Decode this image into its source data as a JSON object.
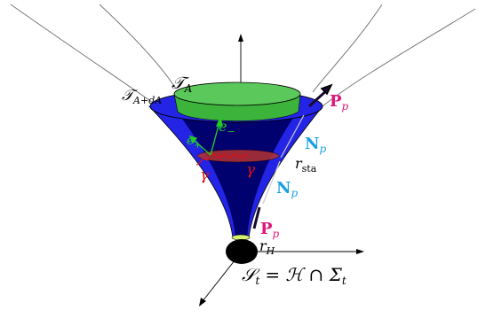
{
  "labels": {
    "T_A": "𝒯",
    "T_A_sub": "A",
    "T_AdA": "𝒯",
    "T_AdA_sub": "A+dA",
    "P_upper": "P",
    "P_upper_sub": "p",
    "N_upper": "N",
    "N_upper_sub": "p",
    "N_lower": "N",
    "N_lower_sub": "p",
    "P_lower": "P",
    "P_lower_sub": "p",
    "e_minus": "e",
    "e_minus_sub": "−",
    "e_plus": "e",
    "e_plus_sub": "+",
    "gamma_left": "γ",
    "gamma_right": "γ",
    "r_sta": "r",
    "r_sta_sub": "sta",
    "r_H": "r",
    "r_H_sub": "H",
    "S_t": "𝒮",
    "S_t_sub": "t",
    "S_t_eq": "= ℋ ∩ Σ",
    "S_t_eq_sub": "t"
  },
  "colors": {
    "funnel_outer": "#2424e6",
    "funnel_inner": "#00006e",
    "cap_green": "#3cb43c",
    "cap_green_dark": "#1e8c1e",
    "photon_red": "#e01010",
    "torus_red": "#b43232",
    "magenta": "#e0157a",
    "cyan": "#1aa0e0",
    "green_vec": "#22cc22"
  }
}
